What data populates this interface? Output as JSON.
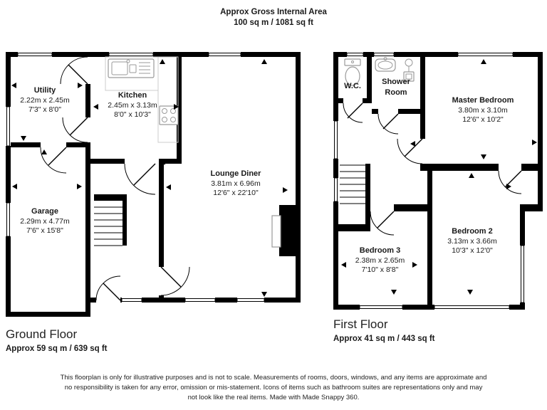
{
  "header": {
    "title": "Approx Gross Internal Area",
    "area": "100 sq m / 1081 sq ft"
  },
  "ground_floor": {
    "label": "Ground Floor",
    "area": "Approx 59 sq m / 639 sq ft",
    "rooms": {
      "utility": {
        "name": "Utility",
        "metric": "2.22m x 2.45m",
        "imperial": "7'3\" x 8'0\""
      },
      "kitchen": {
        "name": "Kitchen",
        "metric": "2.45m x 3.13m",
        "imperial": "8'0\" x 10'3\""
      },
      "lounge_diner": {
        "name": "Lounge Diner",
        "metric": "3.81m x 6.96m",
        "imperial": "12'6\" x 22'10\""
      },
      "garage": {
        "name": "Garage",
        "metric": "2.29m x 4.77m",
        "imperial": "7'6\" x 15'8\""
      }
    }
  },
  "first_floor": {
    "label": "First Floor",
    "area": "Approx 41 sq m / 443 sq ft",
    "rooms": {
      "wc": {
        "name": "W.C."
      },
      "shower_room": {
        "name": "Shower Room"
      },
      "master_bedroom": {
        "name": "Master Bedroom",
        "metric": "3.80m x 3.10m",
        "imperial": "12'6\" x 10'2\""
      },
      "bedroom_2": {
        "name": "Bedroom 2",
        "metric": "3.13m x 3.66m",
        "imperial": "10'3\" x 12'0\""
      },
      "bedroom_3": {
        "name": "Bedroom 3",
        "metric": "2.38m x 2.65m",
        "imperial": "7'10\" x 8'8\""
      }
    }
  },
  "disclaimer": "This floorplan is only for illustrative purposes and is not to scale. Measurements of rooms, doors, windows, and any items are approximate and no responsibility is taken for any error, omission or mis-statement. Icons of items such as bathroom suites are representations only and may not look like the real items. Made with Made Snappy 360.",
  "icons": {
    "kitchen_sink": "sink-icon",
    "hob": "hob-icon",
    "fireplace": "fireplace-icon",
    "toilet": "toilet-icon",
    "basin": "basin-icon",
    "shower": "shower-icon",
    "stairs": "stairs-icon",
    "wall_colour": "#000000",
    "fixture_colour": "#9a9a9a"
  }
}
